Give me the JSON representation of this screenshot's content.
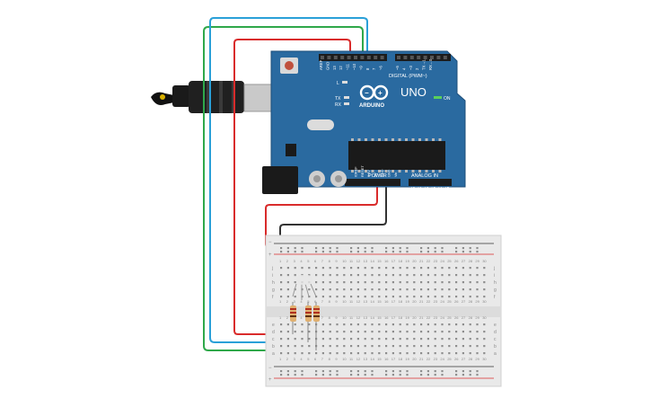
{
  "arduino": {
    "brand": "ARDUINO",
    "model": "UNO",
    "digital_header": "DIGITAL (PWM~)",
    "power_header": "POWER",
    "analog_header": "ANALOG IN",
    "on_label": "ON",
    "l_label": "L",
    "tx_label": "TX",
    "rx_label": "RX",
    "top_pins": [
      "AREF",
      "GND",
      "13",
      "12",
      "~11",
      "~10",
      "~9",
      "8",
      "7",
      "~6",
      "~5",
      "4",
      "~3",
      "2",
      "TX→1",
      "RX←0"
    ],
    "power_pins": [
      "IOREF",
      "RESET",
      "3.3V",
      "5V",
      "GND",
      "GND",
      "Vin"
    ],
    "analog_pins": [
      "A0",
      "A1",
      "A2",
      "A3",
      "A4",
      "A5"
    ]
  },
  "breadboard": {
    "column_numbers": [
      "1",
      "2",
      "3",
      "4",
      "5",
      "6",
      "7",
      "8",
      "9",
      "10",
      "11",
      "12",
      "13",
      "14",
      "15",
      "16",
      "17",
      "18",
      "19",
      "20",
      "21",
      "22",
      "23",
      "24",
      "25",
      "26",
      "27",
      "28",
      "29",
      "30"
    ],
    "rows_top": [
      "j",
      "i",
      "h",
      "g",
      "f"
    ],
    "rows_bottom": [
      "e",
      "d",
      "c",
      "b",
      "a"
    ],
    "rail_minus": "−",
    "rail_plus": "+"
  },
  "colors": {
    "board": "#2a6aa0",
    "wire_red": "#d92b2b",
    "wire_green": "#2fa84a",
    "wire_blue": "#2aa0d8",
    "wire_black": "#333333"
  }
}
